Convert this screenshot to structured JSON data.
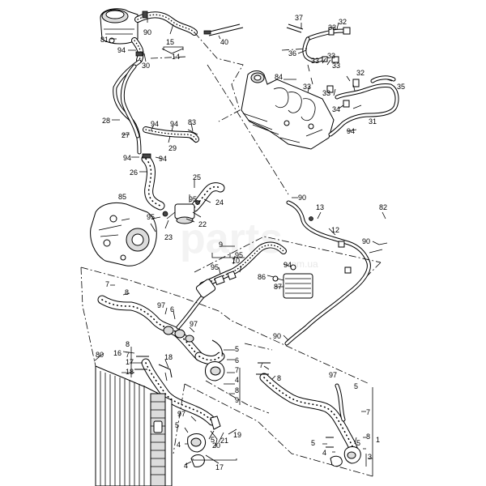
{
  "diagram": {
    "watermark": {
      "brand": "parts",
      "domain": ".com.ua"
    },
    "callouts": [
      {
        "id": "c81a",
        "text": "81"
      },
      {
        "id": "c90a",
        "text": "90"
      },
      {
        "id": "c15",
        "text": "15"
      },
      {
        "id": "c14",
        "text": "14"
      },
      {
        "id": "c40",
        "text": "40"
      },
      {
        "id": "c94a",
        "text": "94"
      },
      {
        "id": "c30",
        "text": "30"
      },
      {
        "id": "c28",
        "text": "28"
      },
      {
        "id": "c27",
        "text": "27"
      },
      {
        "id": "c94b",
        "text": "94"
      },
      {
        "id": "c94c",
        "text": "94"
      },
      {
        "id": "c83",
        "text": "83"
      },
      {
        "id": "c29",
        "text": "29"
      },
      {
        "id": "c94d",
        "text": "94"
      },
      {
        "id": "c94e",
        "text": "94"
      },
      {
        "id": "c26",
        "text": "26"
      },
      {
        "id": "c25",
        "text": "25"
      },
      {
        "id": "c95a",
        "text": "95"
      },
      {
        "id": "c24",
        "text": "24"
      },
      {
        "id": "c85",
        "text": "85"
      },
      {
        "id": "c95b",
        "text": "95"
      },
      {
        "id": "c22",
        "text": "22"
      },
      {
        "id": "c23",
        "text": "23"
      },
      {
        "id": "c37",
        "text": "37"
      },
      {
        "id": "c33a",
        "text": "33"
      },
      {
        "id": "c32a",
        "text": "32"
      },
      {
        "id": "c36",
        "text": "36"
      },
      {
        "id": "c33b",
        "text": "33"
      },
      {
        "id": "c33c",
        "text": "33"
      },
      {
        "id": "c33d",
        "text": "33"
      },
      {
        "id": "c84",
        "text": "84"
      },
      {
        "id": "c33e",
        "text": "33"
      },
      {
        "id": "c32b",
        "text": "32"
      },
      {
        "id": "c35",
        "text": "35"
      },
      {
        "id": "c33f",
        "text": "33"
      },
      {
        "id": "c34",
        "text": "34"
      },
      {
        "id": "c31",
        "text": "31"
      },
      {
        "id": "c94f",
        "text": "94"
      },
      {
        "id": "c90b",
        "text": "90"
      },
      {
        "id": "c13",
        "text": "13"
      },
      {
        "id": "c12",
        "text": "12"
      },
      {
        "id": "c82",
        "text": "82"
      },
      {
        "id": "c90c",
        "text": "90"
      },
      {
        "id": "c9",
        "text": "9"
      },
      {
        "id": "c10",
        "text": "10"
      },
      {
        "id": "c95c",
        "text": "95"
      },
      {
        "id": "c95d",
        "text": "95"
      },
      {
        "id": "c94g",
        "text": "94"
      },
      {
        "id": "c86",
        "text": "86"
      },
      {
        "id": "c87",
        "text": "87"
      },
      {
        "id": "c90d",
        "text": "90"
      },
      {
        "id": "c7a",
        "text": "7"
      },
      {
        "id": "c8a",
        "text": "8"
      },
      {
        "id": "c97a",
        "text": "97"
      },
      {
        "id": "c6a",
        "text": "6"
      },
      {
        "id": "c97b",
        "text": "97"
      },
      {
        "id": "c5a",
        "text": "5"
      },
      {
        "id": "c6b",
        "text": "6"
      },
      {
        "id": "c7b",
        "text": "7"
      },
      {
        "id": "c4a",
        "text": "4"
      },
      {
        "id": "c8b",
        "text": "8"
      },
      {
        "id": "c9b",
        "text": "9"
      },
      {
        "id": "c80",
        "text": "80"
      },
      {
        "id": "c16",
        "text": "16"
      },
      {
        "id": "c8c",
        "text": "8"
      },
      {
        "id": "c7c",
        "text": "7"
      },
      {
        "id": "c17a",
        "text": "17"
      },
      {
        "id": "c18a",
        "text": "18"
      },
      {
        "id": "c18b",
        "text": "18"
      },
      {
        "id": "c7d",
        "text": "7"
      },
      {
        "id": "c8d",
        "text": "8"
      },
      {
        "id": "c97c",
        "text": "97"
      },
      {
        "id": "c5b",
        "text": "5"
      },
      {
        "id": "c4b",
        "text": "4"
      },
      {
        "id": "c5c",
        "text": "5"
      },
      {
        "id": "c20",
        "text": "20"
      },
      {
        "id": "c21",
        "text": "21"
      },
      {
        "id": "c19",
        "text": "19"
      },
      {
        "id": "c4c",
        "text": "4"
      },
      {
        "id": "c17b",
        "text": "17"
      },
      {
        "id": "c97d",
        "text": "97"
      },
      {
        "id": "c5d",
        "text": "5"
      },
      {
        "id": "c7e",
        "text": "7"
      },
      {
        "id": "c8e",
        "text": "8"
      },
      {
        "id": "c1",
        "text": "1"
      },
      {
        "id": "c5e",
        "text": "5"
      },
      {
        "id": "c5f",
        "text": "5"
      },
      {
        "id": "c4d",
        "text": "4"
      },
      {
        "id": "c3",
        "text": "3"
      }
    ]
  }
}
